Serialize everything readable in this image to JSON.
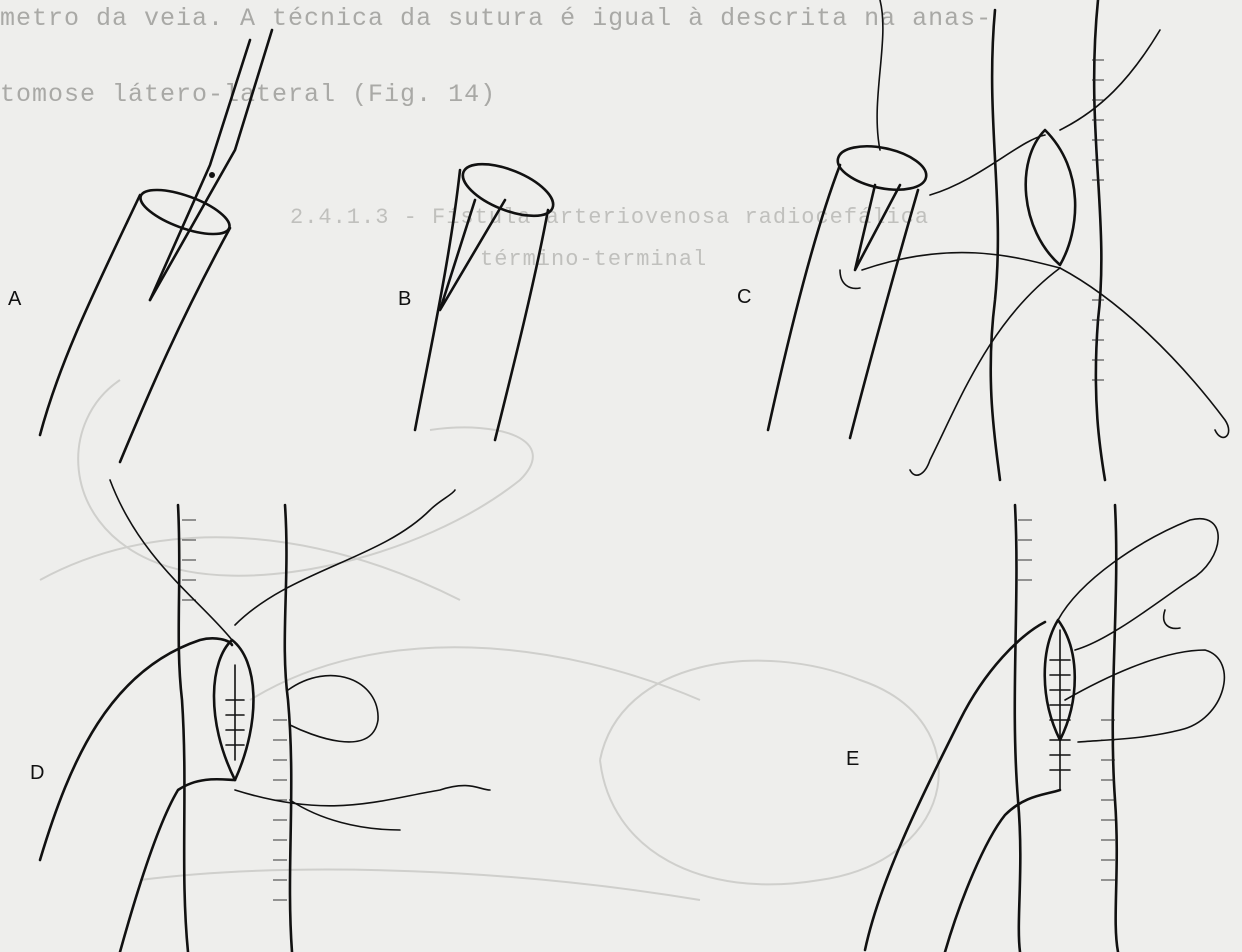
{
  "page_text": {
    "line1": "metro da veia. A técnica da sutura é igual à descrita na anas-",
    "line2": "tomose látero-lateral (Fig. 14)",
    "heading1": "2.4.1.3 - Fístula arteriovenosa radiocefálica",
    "heading2": "término-terminal"
  },
  "panels": {
    "a": "A",
    "b": "B",
    "c": "C",
    "d": "D",
    "e": "E"
  }
}
